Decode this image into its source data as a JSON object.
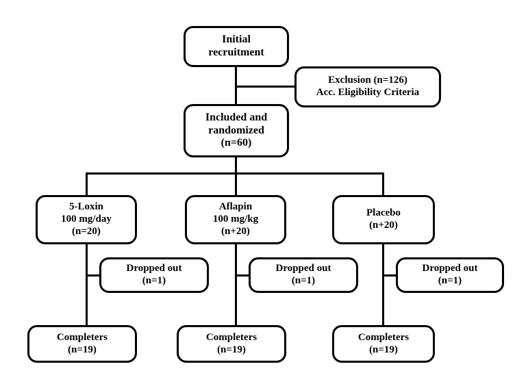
{
  "diagram": {
    "title": "Study participant flow diagram",
    "type": "flowchart",
    "colors": {
      "stroke": "#000000",
      "fill": "#ffffff",
      "text": "#000000"
    },
    "nodes": {
      "initial": {
        "line1": "Initial",
        "line2": "recruitment"
      },
      "exclusion": {
        "line1": "Exclusion (n=126)",
        "line2": "Acc. Eligibility Criteria"
      },
      "included": {
        "line1": "Included and",
        "line2": "randomized",
        "line3": "(n=60)"
      },
      "arm1": {
        "line1": "5-Loxin",
        "line2": "100 mg/day",
        "line3": "(n=20)"
      },
      "arm2": {
        "line1": "Aflapin",
        "line2": "100 mg/kg",
        "line3": "(n+20)"
      },
      "arm3": {
        "line1": "Placebo",
        "line2": "(n+20)"
      },
      "drop1": {
        "line1": "Dropped out",
        "line2": "(n=1)"
      },
      "drop2": {
        "line1": "Dropped out",
        "line2": "(n=1)"
      },
      "drop3": {
        "line1": "Dropped out",
        "line2": "(n=1)"
      },
      "comp1": {
        "line1": "Completers",
        "line2": "(n=19)"
      },
      "comp2": {
        "line1": "Completers",
        "line2": "(n=19)"
      },
      "comp3": {
        "line1": "Completers",
        "line2": "(n=19)"
      }
    }
  }
}
